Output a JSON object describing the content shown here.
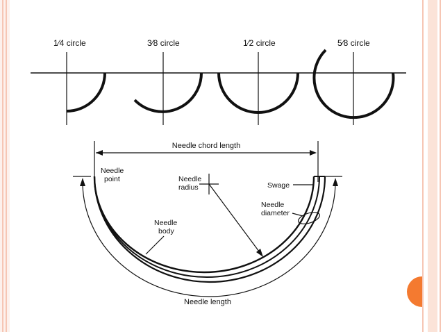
{
  "colors": {
    "frame_stripe": "#f6c6b4",
    "frame_fill": "#fbe3d8",
    "accent_orange": "#f47a30",
    "ink": "#111111"
  },
  "circles": [
    {
      "fraction": "1⁄4",
      "word": "circle"
    },
    {
      "fraction": "3⁄8",
      "word": "circle"
    },
    {
      "fraction": "1⁄2",
      "word": "circle"
    },
    {
      "fraction": "5⁄8",
      "word": "circle"
    }
  ],
  "labels": {
    "chord": "Needle chord length",
    "point_l1": "Needle",
    "point_l2": "point",
    "radius_l1": "Needle",
    "radius_l2": "radius",
    "swage": "Swage",
    "diameter_l1": "Needle",
    "diameter_l2": "diameter",
    "body_l1": "Needle",
    "body_l2": "body",
    "length": "Needle length"
  }
}
